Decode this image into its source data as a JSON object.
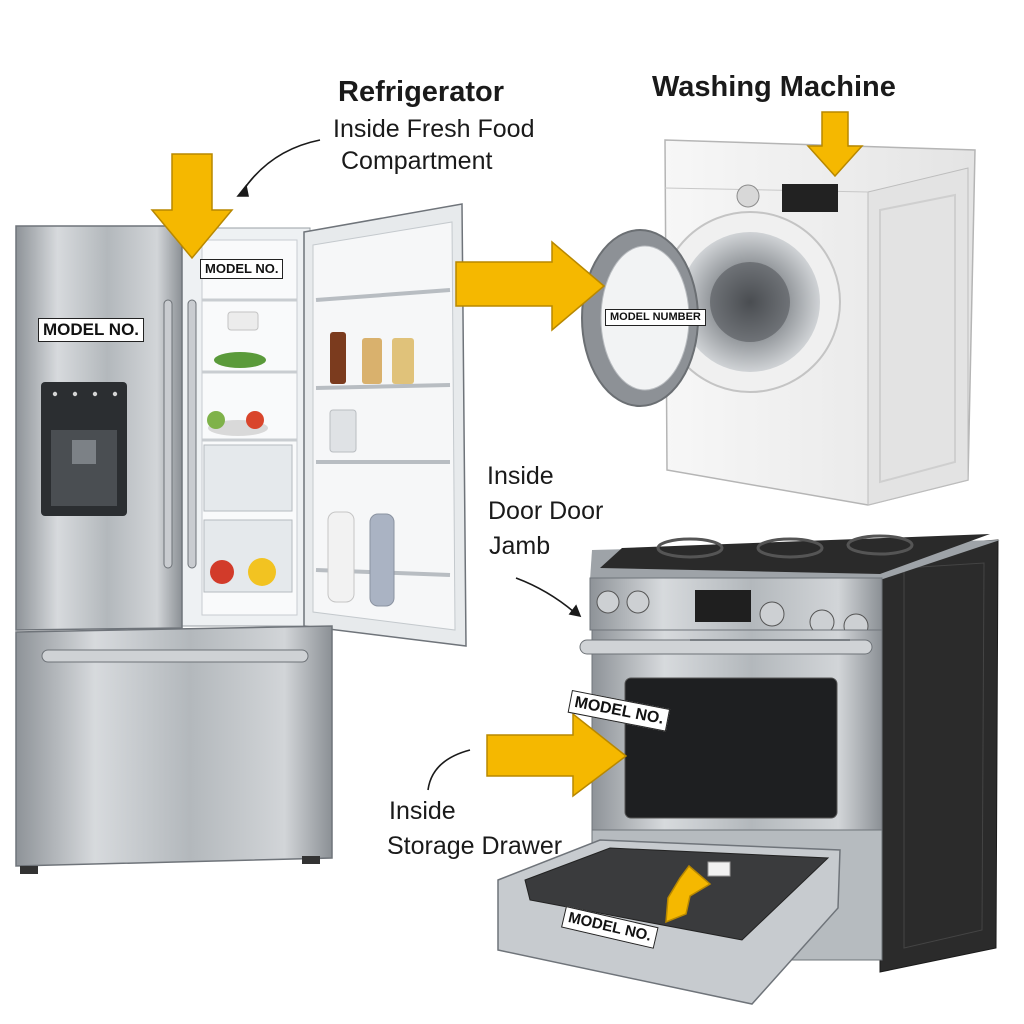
{
  "refrigerator": {
    "heading": "Refrigerator",
    "location_line1": "Inside Fresh Food",
    "location_line2": "Compartment",
    "tag_door": "MODEL NO.",
    "tag_interior": "MODEL NO."
  },
  "washing_machine": {
    "heading": "Washing Machine",
    "tag": "MODEL NUMBER"
  },
  "range": {
    "jamb_line1": "Inside",
    "jamb_line2": "Door Door",
    "jamb_line3": "Jamb",
    "drawer_line1": "Inside",
    "drawer_line2": "Storage Drawer",
    "tag_oven": "MODEL NO.",
    "tag_drawer": "MODEL NO."
  },
  "colors": {
    "arrow": "#F5B800",
    "stainless": "#B9BEC2",
    "range_body": "#2B2B2B"
  }
}
